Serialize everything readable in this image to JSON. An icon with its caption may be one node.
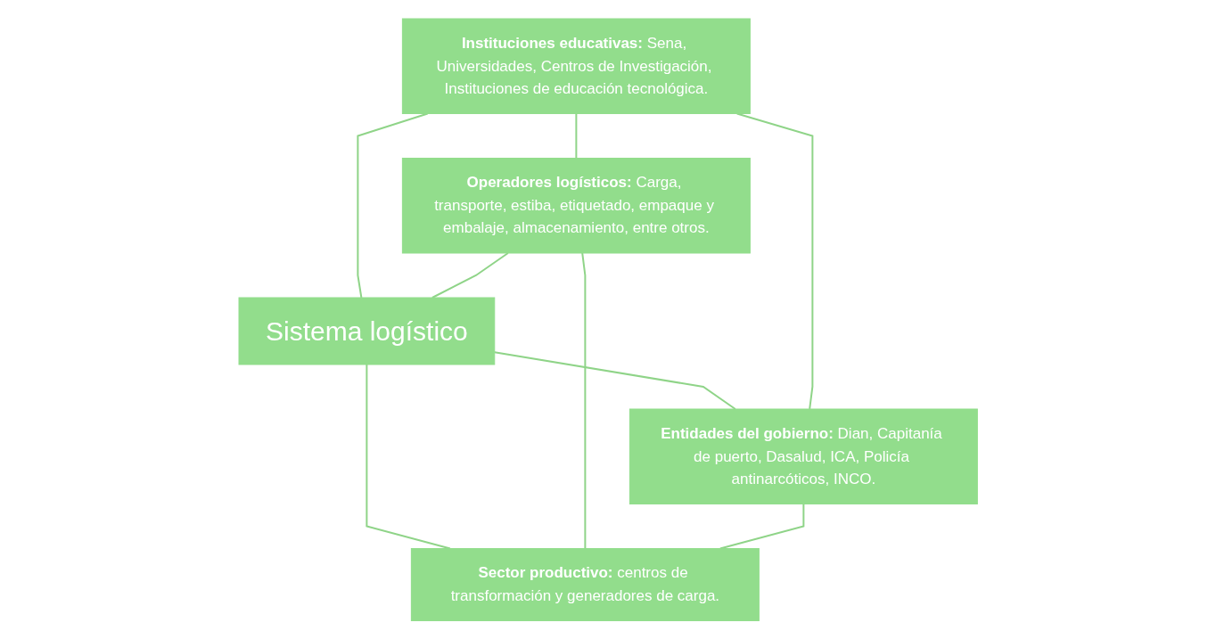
{
  "diagram": {
    "nodes": [
      {
        "text": [
          "Instituciones educativas:",
          "Sena, Universidades, Centros de Investigación, Instituciones de educación tecnológica."
        ]
      },
      {
        "text": [
          "Operadores logísticos:",
          "Carga, transporte, estiba, etiquetado, empaque y embalaje, almacenamiento, entre otros."
        ]
      },
      {
        "text": [
          "Sistema logístico"
        ]
      },
      {
        "text": [
          "Entidades del gobierno:",
          "Dian, Capitanía de puerto, Dasalud, ICA, Policía antinarcóticos, INCO."
        ]
      },
      {
        "text": [
          "Sector productivo:",
          "centros de transformación y generadores de carga."
        ]
      }
    ],
    "edges": [
      {
        "from": 0,
        "to": 2,
        "arrow": "none"
      },
      {
        "from": 1,
        "to": 2,
        "arrow": "none"
      },
      {
        "from": 2,
        "to": 3,
        "arrow": "none"
      },
      {
        "from": 2,
        "to": 4,
        "arrow": "none"
      },
      {
        "from": 0,
        "to": 3,
        "arrow": "none"
      },
      {
        "from": 1,
        "to": 4,
        "arrow": "none"
      },
      {
        "from": 0,
        "to": 1,
        "arrow": "none"
      },
      {
        "from": 3,
        "to": 4,
        "arrow": "none"
      }
    ]
  }
}
